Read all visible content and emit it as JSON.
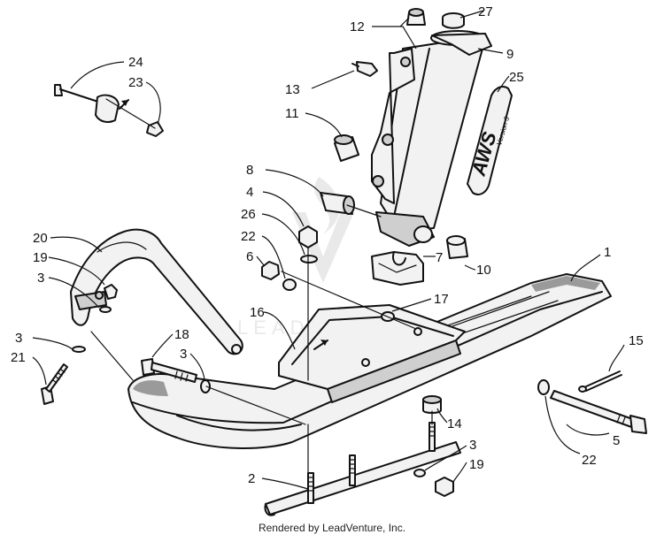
{
  "callouts": {
    "c12": "12",
    "c27": "27",
    "c9": "9",
    "c25": "25",
    "c13": "13",
    "c11": "11",
    "c24": "24",
    "c23": "23",
    "c8": "8",
    "c4": "4",
    "c26": "26",
    "c22a": "22",
    "c6": "6",
    "c7": "7",
    "c10": "10",
    "c1": "1",
    "c20": "20",
    "c19a": "19",
    "c3a": "3",
    "c16": "16",
    "c17": "17",
    "c3b": "3",
    "c21": "21",
    "c18": "18",
    "c3c": "3",
    "c15": "15",
    "c14": "14",
    "c5": "5",
    "c22b": "22",
    "c3d": "3",
    "c19b": "19",
    "c2": "2"
  },
  "decal_text": "AWS",
  "decal_subtext": "Version 3",
  "watermark": "LEADVENTURE",
  "footer": "Rendered by LeadVenture, Inc."
}
